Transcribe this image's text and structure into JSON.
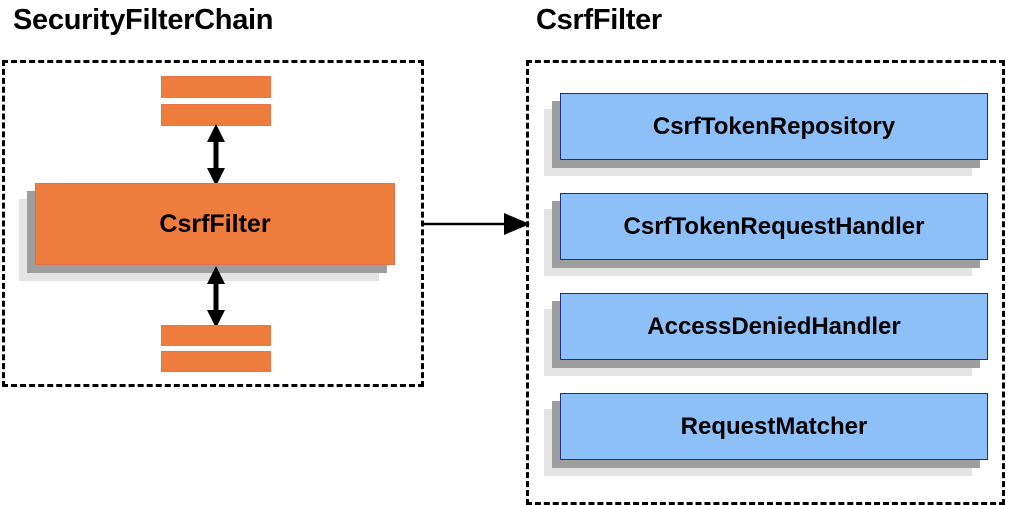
{
  "diagram": {
    "type": "component-relationship-diagram",
    "background": "#ffffff",
    "palette": {
      "orange": "#ee7c3c",
      "blue": "#8ec0f8",
      "blue_border": "#1f2f7a",
      "shadow_near": "#9e9e9e",
      "shadow_far": "#e4e4e4",
      "outline": "#000000"
    }
  },
  "left_panel": {
    "title": "SecurityFilterChain",
    "main_component": {
      "label": "CsrfFilter"
    },
    "filters_above": [
      {
        "label": ""
      },
      {
        "label": ""
      }
    ],
    "filters_below": [
      {
        "label": ""
      },
      {
        "label": ""
      }
    ],
    "connectors": [
      {
        "name": "above-bidirectional",
        "style": "double-headed-vertical"
      },
      {
        "name": "below-bidirectional",
        "style": "double-headed-vertical"
      }
    ]
  },
  "cross_link": {
    "name": "csrffilter-expansion-arrow",
    "style": "single-headed-horizontal",
    "from": "CsrfFilter",
    "to": "CsrfFilter detail panel"
  },
  "right_panel": {
    "title": "CsrfFilter",
    "collaborators": [
      {
        "label": "CsrfTokenRepository"
      },
      {
        "label": "CsrfTokenRequestHandler"
      },
      {
        "label": "AccessDeniedHandler"
      },
      {
        "label": "RequestMatcher"
      }
    ]
  }
}
